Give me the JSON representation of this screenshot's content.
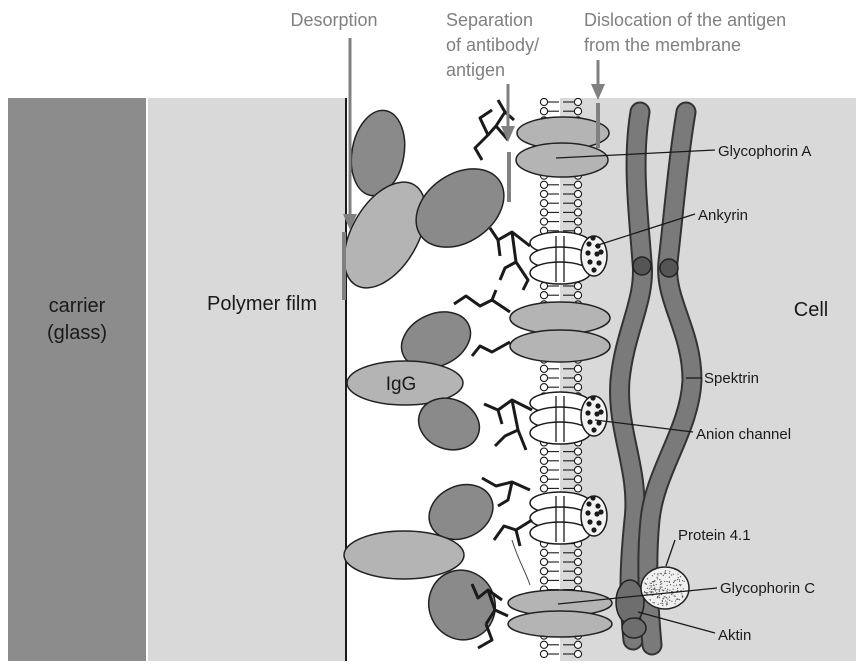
{
  "regions": {
    "carrier_line1": "carrier",
    "carrier_line2": "(glass)",
    "polymer": "Polymer film",
    "cell": "Cell"
  },
  "top_labels": {
    "desorption": "Desorption",
    "separation_line1": "Separation",
    "separation_line2": "of antibody/",
    "separation_line3": "antigen",
    "dislocation_line1": "Dislocation of the antigen",
    "dislocation_line2": "from the membrane"
  },
  "antibody_label": "IgG",
  "callouts": {
    "glycophorin_a": "Glycophorin A",
    "ankyrin": "Ankyrin",
    "spektrin": "Spektrin",
    "anion_channel": "Anion channel",
    "protein_41": "Protein 4.1",
    "glycophorin_c": "Glycophorin C",
    "aktin": "Aktin"
  },
  "colors": {
    "carrier": "#8c8c8c",
    "polymer": "#d9d9d9",
    "cell": "#d9d9d9",
    "antibody_dark": "#8a8a8a",
    "antibody_light": "#b4b4b4",
    "spectrin": "#7a7a7a",
    "arrow": "#808080",
    "glycan": "#1a1a1a"
  }
}
